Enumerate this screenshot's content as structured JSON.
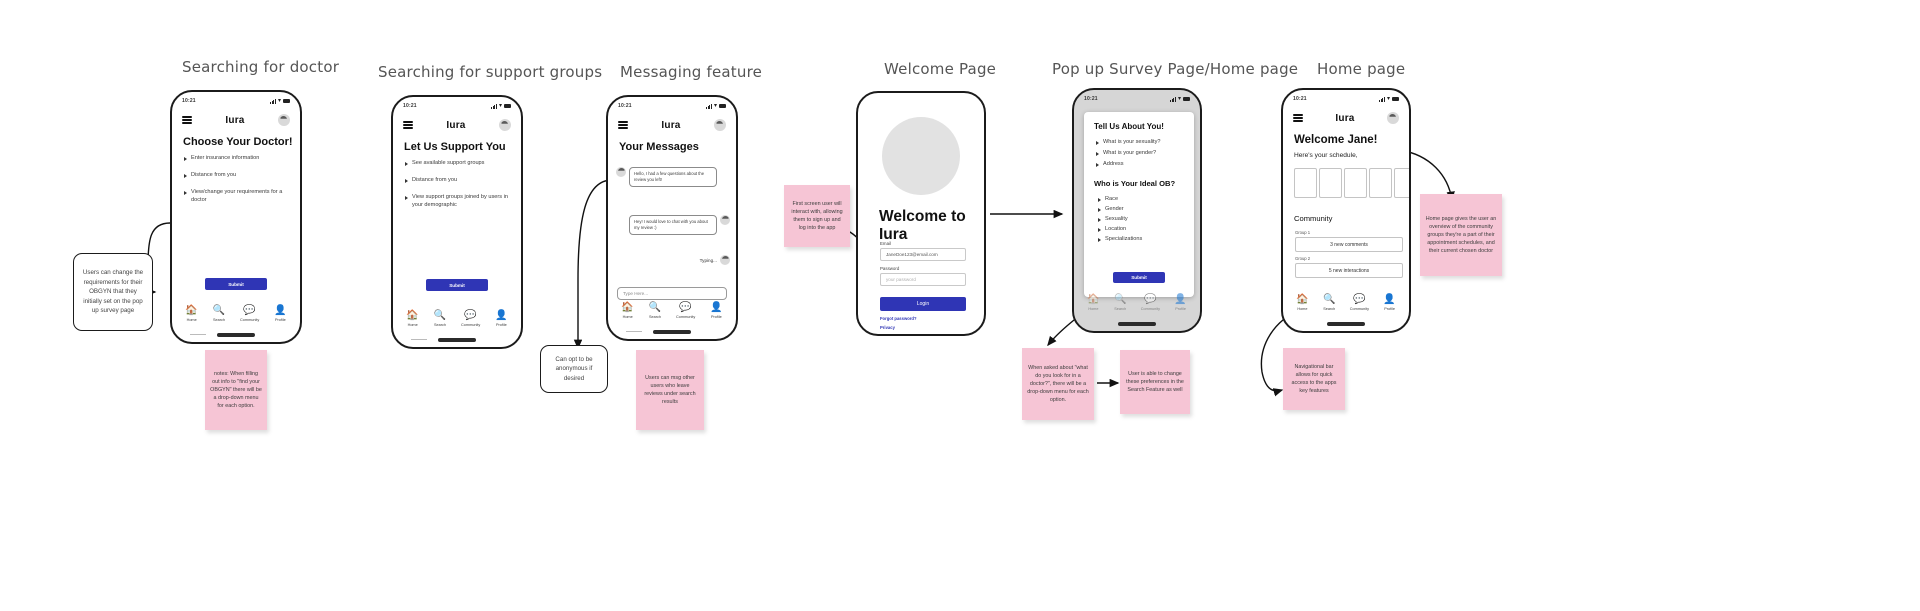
{
  "sections": [
    {
      "id": "searching-doctor",
      "label": "Searching for doctor"
    },
    {
      "id": "searching-support",
      "label": "Searching for support groups"
    },
    {
      "id": "messaging",
      "label": "Messaging feature"
    },
    {
      "id": "welcome",
      "label": "Welcome Page"
    },
    {
      "id": "survey",
      "label": "Pop up Survey Page/Home page"
    },
    {
      "id": "home",
      "label": "Home page"
    }
  ],
  "brand": "Iura",
  "status_bar": {
    "time": "10:21"
  },
  "tabs": [
    {
      "label": "Home",
      "icon": "home-icon"
    },
    {
      "label": "Search",
      "icon": "search-icon"
    },
    {
      "label": "Community",
      "icon": "community-chat-icon"
    },
    {
      "label": "Profile",
      "icon": "profile-icon"
    }
  ],
  "phone_doctor": {
    "title": "Choose Your Doctor!",
    "bullets": [
      "Enter insurance information",
      "Distance from you",
      "View/change your requirements for a doctor"
    ],
    "submit_label": "Submit"
  },
  "phone_support": {
    "title": "Let Us Support You",
    "bullets": [
      "See available support groups",
      "Distance from you",
      "View support groups joined by users in your demographic"
    ],
    "submit_label": "Submit"
  },
  "phone_messaging": {
    "title": "Your Messages",
    "messages": [
      {
        "from": "other",
        "text": "Hello, I had a few questions about the review you left!"
      },
      {
        "from": "me",
        "text": "Hey! I would love to chat with you about my review :)"
      }
    ],
    "typing_label": "Typing...",
    "input_placeholder": "Type Here..."
  },
  "phone_welcome": {
    "heading": "Welcome to Iura",
    "email_label": "Email",
    "email_value": "JaneDoe123@email.com",
    "password_label": "Password",
    "password_placeholder": "your password",
    "login_label": "Login",
    "forgot_label": "Forgot password?",
    "privacy_label": "Privacy"
  },
  "phone_survey": {
    "heading_1": "Tell Us About You!",
    "questions": [
      "What is your sexuality?",
      "What is your gender?",
      "Address"
    ],
    "heading_2": "Who is Your Ideal OB?",
    "preferences": [
      "Race",
      "Gender",
      "Sexuality",
      "Location",
      "Specializations"
    ],
    "submit_label": "Submit"
  },
  "phone_home": {
    "greeting": "Welcome Jane!",
    "subtitle": "Here's your schedule,",
    "schedule_cells": 5,
    "community_heading": "Community",
    "groups": [
      {
        "label": "Group 1",
        "value": "3 new comments"
      },
      {
        "label": "Group 2",
        "value": "5 new interactions"
      }
    ]
  },
  "notes": {
    "doctor_callout": "Users can change the requirements for their OBGYN that they initially set on the pop up survey page",
    "doctor_note": "notes: When filling out info to \"find your OBGYN\" there will be a drop-down menu for each option.",
    "anonymous_callout": "Can opt to be anonymous if desired",
    "messaging_note": "Users can msg other users who leave reviews under search results",
    "welcome_note": "First screen user will interact with, allowing them to sign up and log into the app",
    "survey_note_1": "When asked about \"what do you look for in a doctor?\", there will be a drop-down menu for each option.",
    "survey_note_2": "User is able to change these preferences in the Search Feature as well",
    "home_note": "Home page gives the user an overview of the community groups they're a part of their appointment schedules, and their current chosen doctor",
    "nav_note": "Navigational bar allows for quick access to the apps key features"
  },
  "colors": {
    "accent": "#2f35b5",
    "note": "#f6c5d5",
    "frame": "#1b1b1b"
  }
}
